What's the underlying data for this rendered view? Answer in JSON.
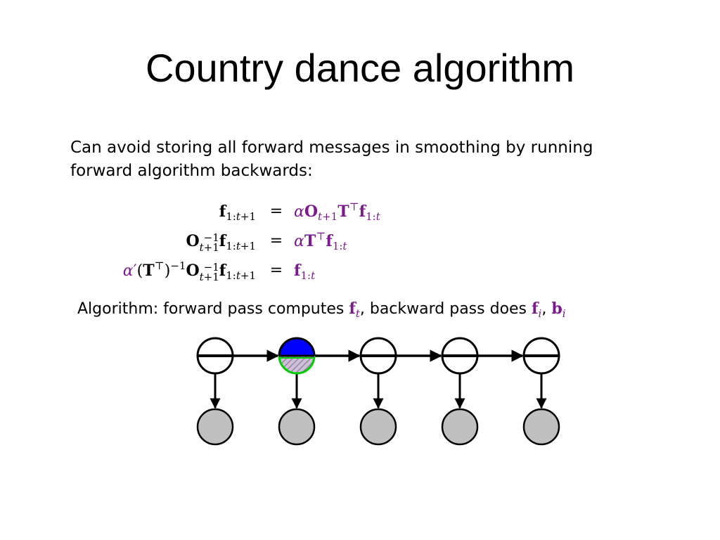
{
  "slide": {
    "title": "Country dance algorithm",
    "intro": "Can avoid storing all forward messages in smoothing by running forward algorithm backwards:",
    "algorithm_text": "Algorithm: forward pass computes",
    "algorithm_mid": ", backward pass does",
    "algorithm_sep": ","
  },
  "equations": [
    {
      "lhs": "f1:t+1",
      "rhs": "αOt+1Tᵀf1:t"
    },
    {
      "lhs": "O⁻¹t+1f1:t+1",
      "rhs": "αTᵀf1:t"
    },
    {
      "lhs": "α′(Tᵀ)⁻¹O⁻¹t+1f1:t+1",
      "rhs": "f1:t"
    }
  ],
  "colors": {
    "math_purple": "#7a1a8c",
    "node_top_fill": "#0000ff",
    "node_bottom_stroke": "#00cc00",
    "observed_fill": "#c0c0c0",
    "hatch": "#9a8aa8"
  },
  "diagram": {
    "state_nodes": 5,
    "observed_nodes": 5,
    "highlighted_state_index": 1
  }
}
